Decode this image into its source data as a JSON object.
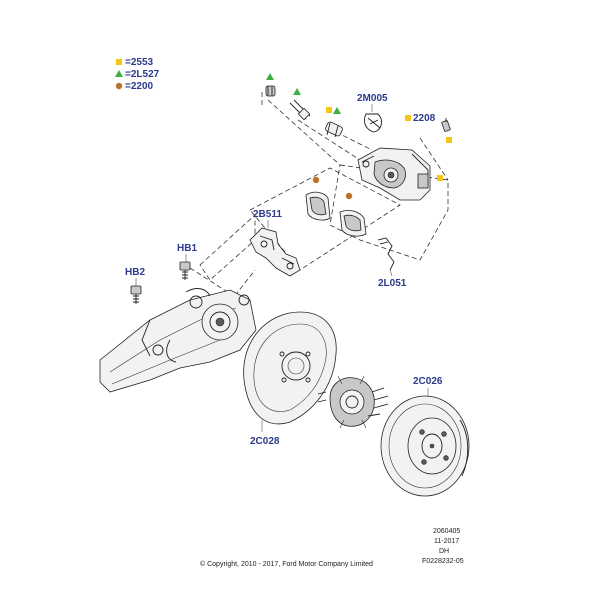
{
  "legend": [
    {
      "symbol": "square",
      "color": "#f5c518",
      "text": "=2553"
    },
    {
      "symbol": "triangle",
      "color": "#3cb043",
      "text": "=2L527"
    },
    {
      "symbol": "circle",
      "color": "#b8742a",
      "text": "=2200"
    }
  ],
  "labels": {
    "m005": "2M005",
    "n2208": "2208",
    "b511": "2B511",
    "hb1": "HB1",
    "hb2": "HB2",
    "l051": "2L051",
    "c026": "2C026",
    "c028": "2C028"
  },
  "footer": {
    "copyright": "© Copyright, 2010 - 2017, Ford Motor Company Limited",
    "code1": "2060405",
    "code2": "11-2017",
    "code3": "DH",
    "code4": "F0228232-05"
  },
  "colors": {
    "square": "#f5c518",
    "triangle": "#3cb043",
    "circle": "#b8742a",
    "label": "#2b3a8c"
  }
}
